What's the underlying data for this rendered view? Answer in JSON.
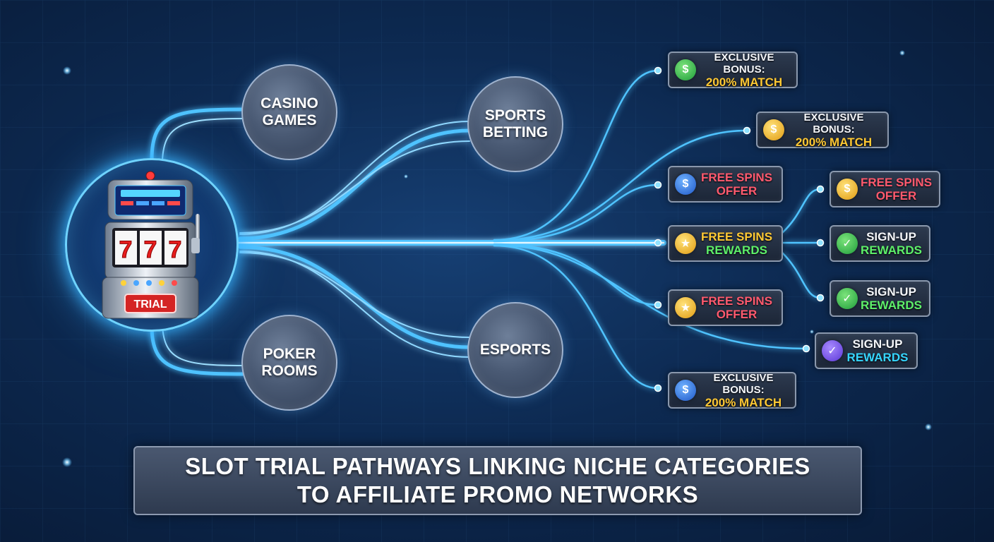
{
  "hub": {
    "icon": "slot-machine-icon",
    "reel_symbols": [
      "7",
      "7",
      "7"
    ],
    "badge": "TRIAL"
  },
  "categories": [
    {
      "id": "casino",
      "label": "CASINO\nGAMES"
    },
    {
      "id": "sports",
      "label": "SPORTS\nBETTING"
    },
    {
      "id": "poker",
      "label": "POKER\nROOMS"
    },
    {
      "id": "esports",
      "label": "ESPORTS"
    }
  ],
  "promos": [
    {
      "line1": "EXCLUSIVE BONUS:",
      "line2": "200% MATCH",
      "icon": "dollar-badge-icon",
      "icon_color": "green"
    },
    {
      "line1": "EXCLUSIVE BONUS:",
      "line2": "200% MATCH",
      "icon": "dollar-badge-icon",
      "icon_color": "gold"
    },
    {
      "line1": "FREE SPINS",
      "line2": "OFFER",
      "icon": "dollar-badge-icon",
      "icon_color": "blue"
    },
    {
      "line1": "FREE SPINS",
      "line2": "OFFER",
      "icon": "dollar-badge-icon",
      "icon_color": "gold"
    },
    {
      "line1": "FREE SPINS",
      "line2": "REWARDS",
      "icon": "star-badge-icon",
      "icon_color": "gold"
    },
    {
      "line1": "SIGN-UP",
      "line2": "REWARDS",
      "icon": "check-badge-icon",
      "icon_color": "green"
    },
    {
      "line1": "SIGN-UP",
      "line2": "REWARDS",
      "icon": "check-badge-icon",
      "icon_color": "green"
    },
    {
      "line1": "FREE SPINS",
      "line2": "OFFER",
      "icon": "star-badge-icon",
      "icon_color": "gold"
    },
    {
      "line1": "SIGN-UP",
      "line2": "REWARDS",
      "icon": "check-badge-icon",
      "icon_color": "purple"
    },
    {
      "line1": "EXCLUSIVE BONUS:",
      "line2": "200% MATCH",
      "icon": "dollar-badge-icon",
      "icon_color": "blue"
    }
  ],
  "icon_symbols": {
    "dollar": "$",
    "star": "★",
    "check": "✓"
  },
  "title": {
    "line1": "SLOT TRIAL PATHWAYS LINKING NICHE CATEGORIES",
    "line2": "TO AFFILIATE PROMO NETWORKS"
  },
  "colors": {
    "flow": "#4fc3ff",
    "flow_core": "#d6f3ff",
    "hub_ring": "#6fd3ff",
    "accent_yellow": "#ffc934",
    "accent_red": "#ff5a6e",
    "accent_green": "#5ef06a",
    "accent_cyan": "#36d6ff"
  }
}
